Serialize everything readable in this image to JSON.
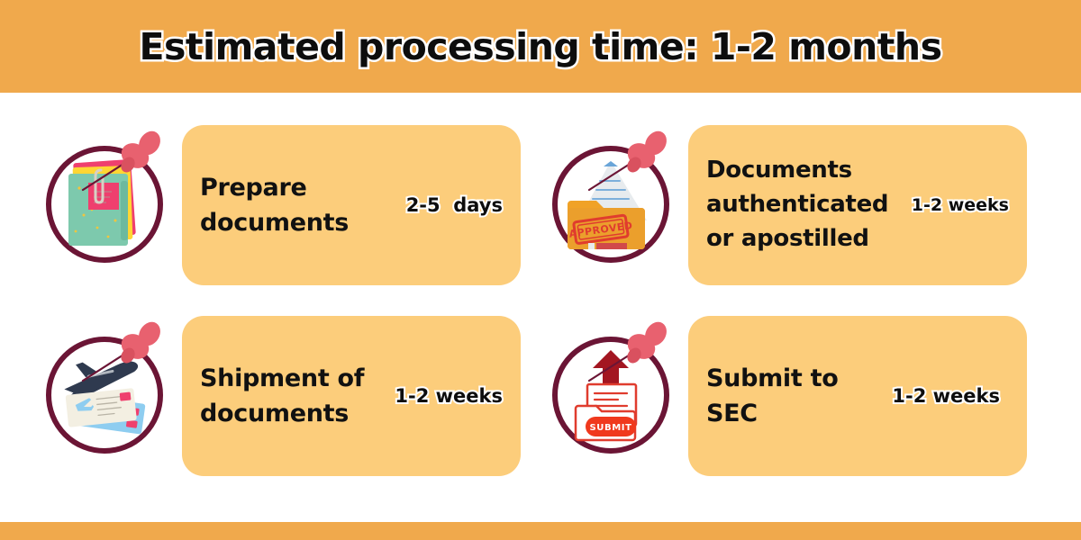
{
  "header": {
    "title": "Estimated processing time: 1-2 months",
    "band_color": "#f0a94c"
  },
  "theme": {
    "band_orange": "#f0a94c",
    "card_orange": "#fccd7b",
    "circle_outline": "#6b1535",
    "pin_pink": "#e8616f",
    "text_black": "#111111",
    "outline_white": "#ffffff"
  },
  "steps": [
    {
      "id": "prepare-documents",
      "label": "Prepare documents",
      "duration": "2-5  days",
      "icon": "folder-documents-icon"
    },
    {
      "id": "documents-authenticated",
      "label": "Documents authenticated or apostilled",
      "duration": "1-2 weeks",
      "icon": "approved-folder-icon"
    },
    {
      "id": "shipment-of-documents",
      "label": "Shipment of documents",
      "duration": "1-2 weeks",
      "icon": "airplane-tickets-icon"
    },
    {
      "id": "submit-to-sec",
      "label": "Submit to SEC",
      "duration": "1-2 weeks",
      "icon": "submit-upload-icon"
    }
  ],
  "icon_labels": {
    "approved_stamp": "APPROVED",
    "submit_button": "SUBMIT"
  }
}
